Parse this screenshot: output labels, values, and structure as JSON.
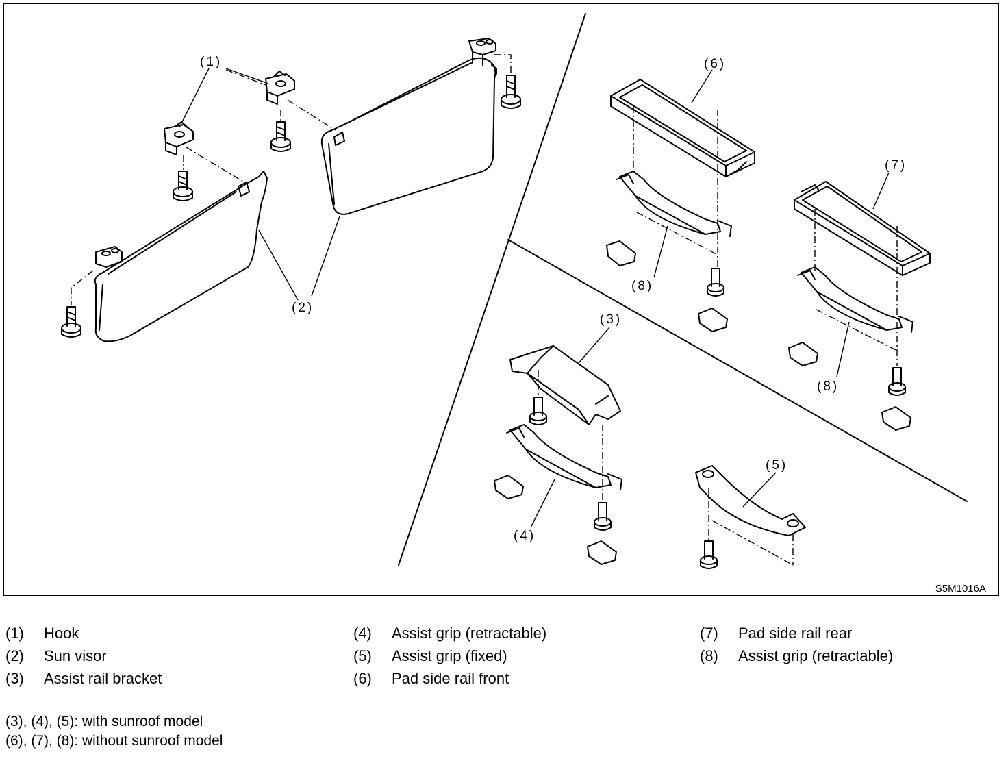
{
  "diagram": {
    "figure_id": "S5M1016A",
    "callouts": {
      "c1": "(1)",
      "c2": "(2)",
      "c3": "(3)",
      "c4": "(4)",
      "c5": "(5)",
      "c6": "(6)",
      "c7": "(7)",
      "c8a": "(8)",
      "c8b": "(8)"
    }
  },
  "legend": {
    "items": [
      {
        "num": "(1)",
        "name": "Hook"
      },
      {
        "num": "(2)",
        "name": "Sun visor"
      },
      {
        "num": "(3)",
        "name": "Assist rail bracket"
      },
      {
        "num": "(4)",
        "name": "Assist grip (retractable)"
      },
      {
        "num": "(5)",
        "name": "Assist grip (fixed)"
      },
      {
        "num": "(6)",
        "name": "Pad side rail front"
      },
      {
        "num": "(7)",
        "name": "Pad side rail rear"
      },
      {
        "num": "(8)",
        "name": "Assist grip (retractable)"
      }
    ]
  },
  "notes": [
    "(3), (4), (5): with sunroof model",
    "(6), (7), (8): without sunroof model"
  ]
}
